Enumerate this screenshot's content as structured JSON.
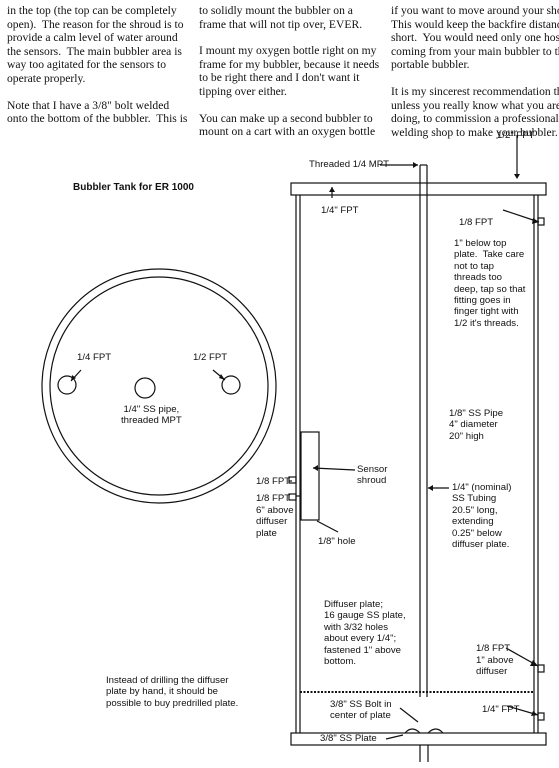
{
  "text_columns": [
    {
      "paragraphs": [
        "in the top (the top can be completely\nopen).  The reason for the shroud is to\nprovide a calm level of water around\nthe sensors.  The main bubbler area is\nway too agitated for the sensors to\noperate properly.",
        "Note that I have a 3/8\" bolt welded\nonto the bottom of the bubbler.  This is"
      ]
    },
    {
      "paragraphs": [
        "to solidly mount the bubbler on a\nframe that will not tip over, EVER.",
        "I mount my oxygen bottle right on my\nframe for my bubbler, because it needs\nto be right there and I don't want it\ntipping over either.",
        "You can make up a second bubbler to\nmount on a cart with an oxygen bottle"
      ]
    },
    {
      "paragraphs": [
        "if you want to move around your shop.\nThis would keep the backfire distance\nshort.  You would need only one hose\ncoming from your main bubbler to the\nportable bubbler.",
        "It is my sincerest recommendation that\nunless you really know what you are\ndoing, to commission a professional\nwelding shop to make your bubbler."
      ]
    }
  ],
  "diagram": {
    "title": "Bubbler Tank for ER 1000",
    "top_view": {
      "port_left": "1/4 FPT",
      "port_right": "1/2 FPT",
      "center_pipe": "1/4\" SS pipe,\nthreaded MPT"
    },
    "labels": {
      "threaded_top": "Threaded 1/4 MPT",
      "half_fpt": "1/2\" FPT",
      "quarter_fpt_top": "1/4\" FPT",
      "eighth_fpt_top": "1/8 FPT",
      "eighth_fpt_top_note": "1\" below top\nplate.  Take care\nnot to tap\nthreads too\ndeep, tap so that\nfitting goes in\nfinger tight with\n1/2 it's threads.",
      "ss_pipe": "1/8\" SS Pipe\n4\" diameter\n20\" high",
      "sensor_shroud": "Sensor\nshroud",
      "fpt_a": "1/8 FPT",
      "fpt_b": "1/8 FPT",
      "fpt_b_note": "6\" above\ndiffuser\nplate",
      "hole": "1/8\" hole",
      "tubing": "1/4\" (nominal)\nSS Tubing\n20.5\" long,\nextending\n0.25\" below\ndiffuser plate.",
      "diffuser": "Diffuser plate;\n16 gauge SS plate,\nwith 3/32 holes\nabout every 1/4\";\nfastened 1\" above\nbottom.",
      "eighth_fpt_bottom": "1/8 FPT",
      "eighth_fpt_bottom_note": "1\" above\ndiffuser",
      "quarter_fpt_bottom": "1/4\" FPT",
      "bolt": "3/8\" SS Bolt in\ncenter of plate",
      "plate": "3/8\" SS Plate",
      "drill_note": "Instead of drilling the diffuser\nplate by hand, it should be\npossible to buy predrilled plate."
    }
  }
}
